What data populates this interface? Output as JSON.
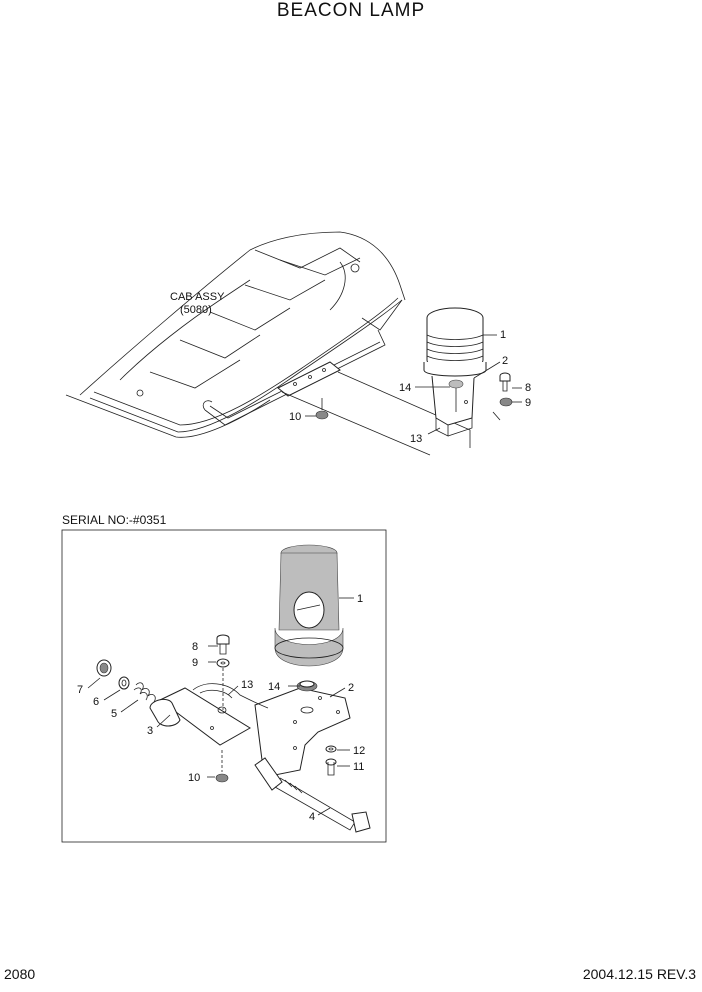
{
  "title": "BEACON LAMP",
  "serial_label": "SERIAL NO:-#0351",
  "page_number": "2080",
  "revision": "2004.12.15  REV.3",
  "cab_label_line1": "CAB ASSY",
  "cab_label_line2": "(5080)",
  "top_labels": {
    "p1": "1",
    "p2": "2",
    "p8": "8",
    "p9": "9",
    "p10": "10",
    "p13": "13",
    "p14": "14"
  },
  "bottom_labels": {
    "p1": "1",
    "p2": "2",
    "p3": "3",
    "p4": "4",
    "p5": "5",
    "p6": "6",
    "p7": "7",
    "p8": "8",
    "p9": "9",
    "p10": "10",
    "p11": "11",
    "p12": "12",
    "p13": "13",
    "p14": "14"
  }
}
